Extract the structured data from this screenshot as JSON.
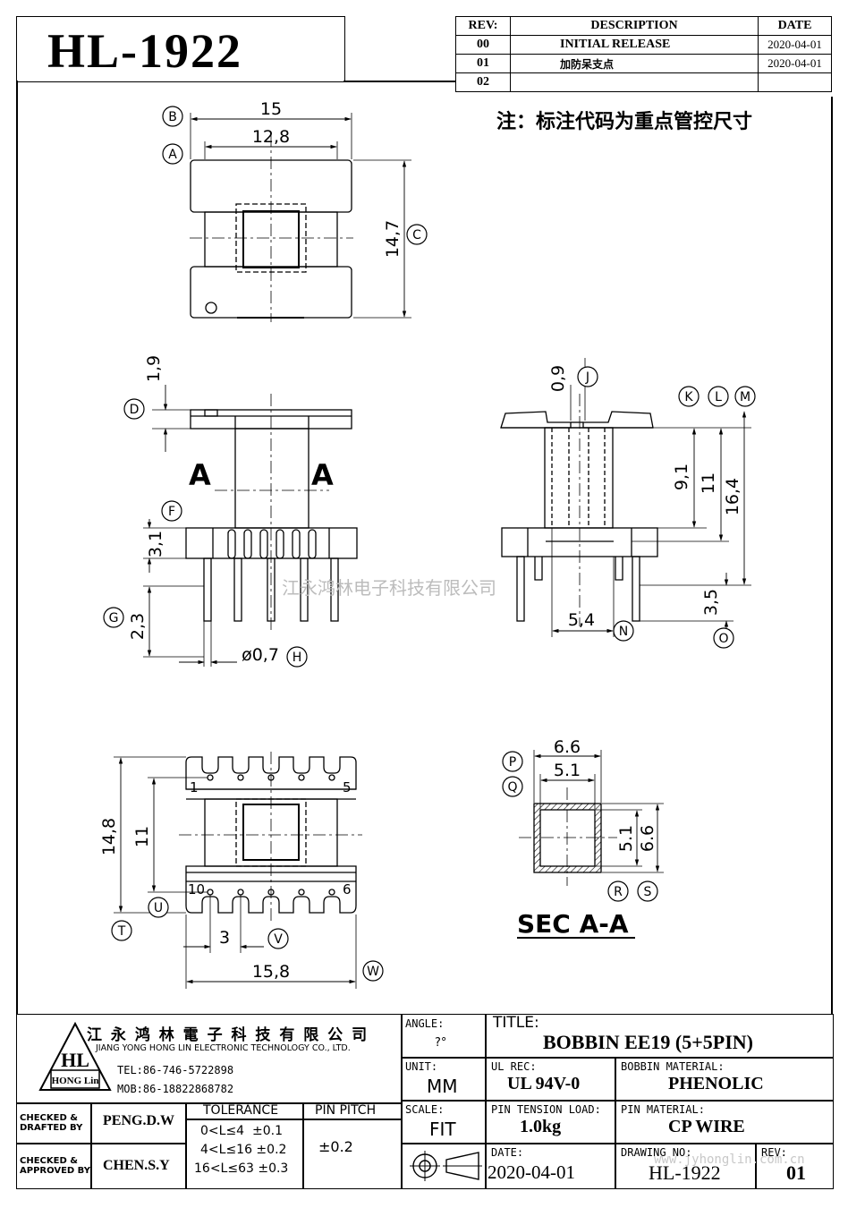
{
  "part_number": "HL-1922",
  "revision_table": {
    "headers": [
      "REV:",
      "DESCRIPTION",
      "DATE"
    ],
    "rows": [
      {
        "rev": "00",
        "description": "INITIAL  RELEASE",
        "date": "2020-04-01"
      },
      {
        "rev": "01",
        "description": "加防呆支点",
        "date": "2020-04-01"
      },
      {
        "rev": "02",
        "description": "",
        "date": ""
      }
    ]
  },
  "note": "注：标注代码为重点管控尺寸",
  "watermark": "江永鸿林电子科技有限公司",
  "dimensions": {
    "top_view": {
      "B": "15",
      "A": "12,8",
      "C": "14,7"
    },
    "front_view": {
      "D": "1,9",
      "F": "3,1",
      "G": "2,3",
      "H": "ø0,7",
      "section": "A"
    },
    "side_view": {
      "J": "0,9",
      "K": "9,1",
      "L": "11",
      "M": "16,4",
      "N": "5,4",
      "O": "3,5"
    },
    "bottom_view": {
      "T": "14,8",
      "U": "11",
      "V": "3",
      "W": "15,8",
      "pins": [
        "1",
        "5",
        "10",
        "6"
      ]
    },
    "section_view": {
      "P": "6.6",
      "Q": "5.1",
      "R": "5.1",
      "S": "6.6",
      "title": "SEC A-A"
    }
  },
  "callouts": [
    "A",
    "B",
    "C",
    "D",
    "F",
    "G",
    "H",
    "J",
    "K",
    "L",
    "M",
    "N",
    "O",
    "P",
    "Q",
    "R",
    "S",
    "T",
    "U",
    "V",
    "W"
  ],
  "title_block": {
    "company_cn": "江 永 鸿 林 電 子 科 技 有 限 公 司",
    "company_en": "JIANG YONG HONG LIN ELECTRONIC TECHNOLOGY CO., LTD.",
    "tel": "TEL:86-746-5722898",
    "mob": "MOB:86-18822868782",
    "logo_text": "HL",
    "logo_sub": "HONG Lin",
    "angle_label": "ANGLE:",
    "angle_value": "?°",
    "unit_label": "UNIT:",
    "unit_value": "MM",
    "scale_label": "SCALE:",
    "scale_value": "FIT",
    "title_label": "TITLE:",
    "title_value": "BOBBIN EE19 (5+5PIN)",
    "ul_label": "UL REC:",
    "ul_value": "UL 94V-0",
    "bobbin_mat_label": "BOBBIN MATERIAL:",
    "bobbin_mat_value": "PHENOLIC",
    "pin_tension_label": "PIN TENSION LOAD:",
    "pin_tension_value": "1.0kg",
    "pin_mat_label": "PIN MATERIAL:",
    "pin_mat_value": "CP WIRE",
    "date_label": "DATE:",
    "date_value": "2020-04-01",
    "drawing_no_label": "DRAWING NO:",
    "drawing_no_value": "HL-1922",
    "rev_label": "REV:",
    "rev_value": "01",
    "checked_drafted_label": "CHECKED & DRAFTED BY",
    "checked_drafted_value": "PENG.D.W",
    "checked_approved_label": "CHECKED & APPROVED BY",
    "checked_approved_value": "CHEN.S.Y",
    "tolerance_label": "TOLERANCE",
    "tolerance_rows": [
      "0<L≤4  ±0.1",
      "4<L≤16 ±0.2",
      "16<L≤63 ±0.3"
    ],
    "pin_pitch_label": "PIN PITCH",
    "pin_pitch_value": "±0.2",
    "website": "www.jyhonglin.com.cn"
  }
}
